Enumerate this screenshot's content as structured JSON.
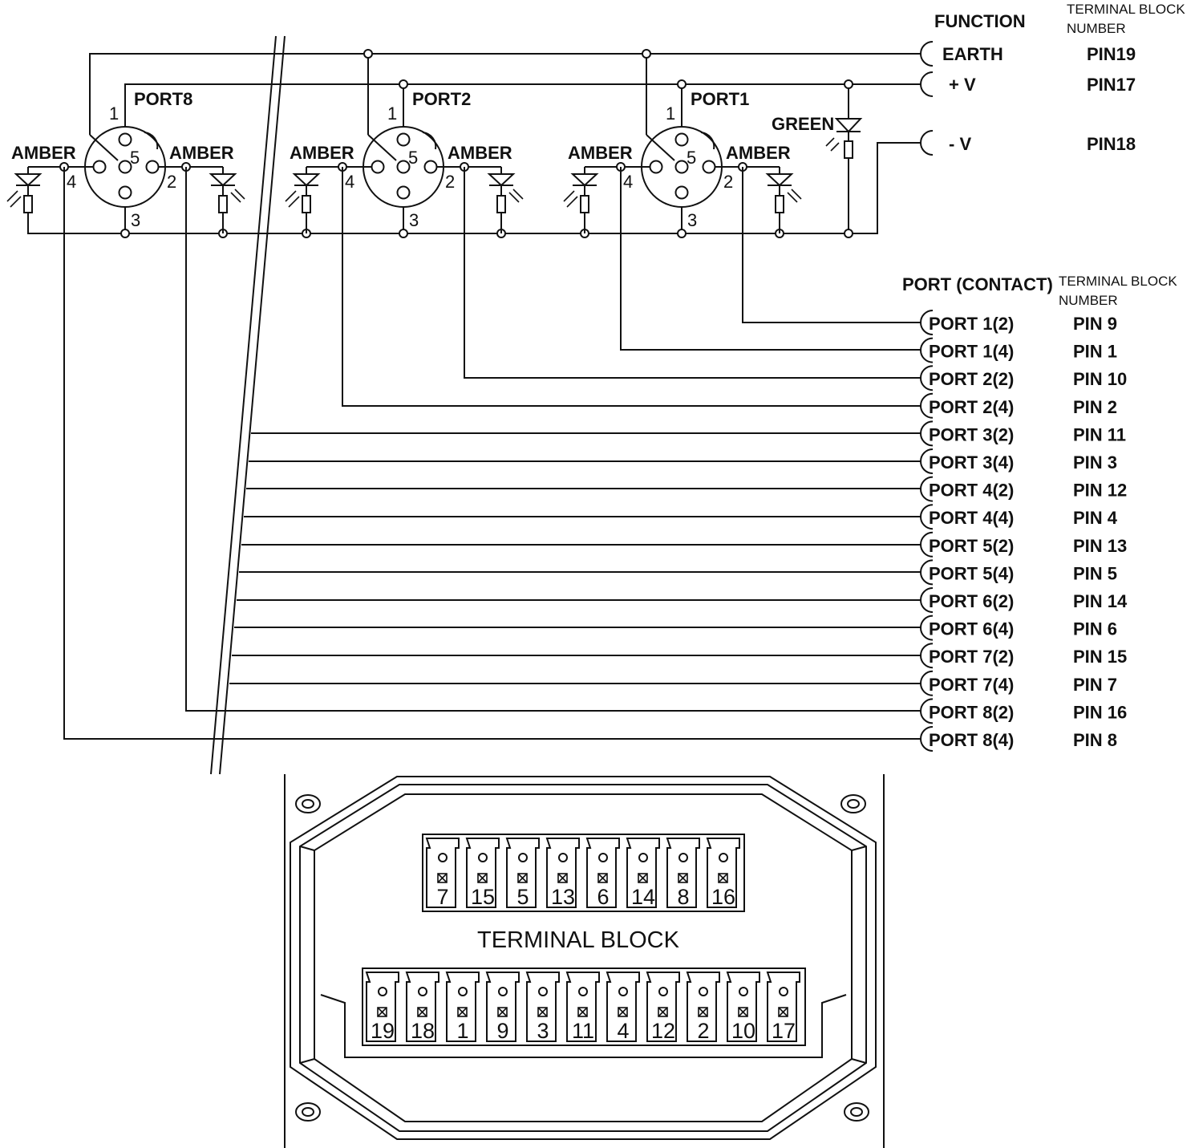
{
  "function_table": {
    "header_function": "FUNCTION",
    "header_pin_line1": "TERMINAL BLOCK",
    "header_pin_line2": "NUMBER",
    "rows": [
      {
        "function": "EARTH",
        "pin": "PIN19"
      },
      {
        "function": "+ V",
        "pin": "PIN17"
      },
      {
        "function": "- V",
        "pin": "PIN18"
      }
    ]
  },
  "contact_table": {
    "header_port": "PORT (CONTACT)",
    "header_pin_line1": "TERMINAL BLOCK",
    "header_pin_line2": "NUMBER",
    "rows": [
      {
        "port": "PORT 1(2)",
        "pin": "PIN 9"
      },
      {
        "port": "PORT 1(4)",
        "pin": "PIN 1"
      },
      {
        "port": "PORT 2(2)",
        "pin": "PIN 10"
      },
      {
        "port": "PORT 2(4)",
        "pin": "PIN 2"
      },
      {
        "port": "PORT 3(2)",
        "pin": "PIN 11"
      },
      {
        "port": "PORT 3(4)",
        "pin": "PIN 3"
      },
      {
        "port": "PORT 4(2)",
        "pin": "PIN 12"
      },
      {
        "port": "PORT 4(4)",
        "pin": "PIN 4"
      },
      {
        "port": "PORT 5(2)",
        "pin": "PIN 13"
      },
      {
        "port": "PORT 5(4)",
        "pin": "PIN 5"
      },
      {
        "port": "PORT 6(2)",
        "pin": "PIN 14"
      },
      {
        "port": "PORT 6(4)",
        "pin": "PIN 6"
      },
      {
        "port": "PORT 7(2)",
        "pin": "PIN 15"
      },
      {
        "port": "PORT 7(4)",
        "pin": "PIN 7"
      },
      {
        "port": "PORT 8(2)",
        "pin": "PIN 16"
      },
      {
        "port": "PORT 8(4)",
        "pin": "PIN 8"
      }
    ]
  },
  "connectors": [
    {
      "name": "PORT8",
      "pin1": "1",
      "pin2": "2",
      "pin3": "3",
      "pin4": "4",
      "pin5": "5",
      "led_left": "AMBER",
      "led_right": "AMBER"
    },
    {
      "name": "PORT2",
      "pin1": "1",
      "pin2": "2",
      "pin3": "3",
      "pin4": "4",
      "pin5": "5",
      "led_left": "AMBER",
      "led_right": "AMBER"
    },
    {
      "name": "PORT1",
      "pin1": "1",
      "pin2": "2",
      "pin3": "3",
      "pin4": "4",
      "pin5": "5",
      "led_left": "AMBER",
      "led_right": "AMBER"
    }
  ],
  "power_led": "GREEN",
  "terminal_block": {
    "title": "TERMINAL BLOCK",
    "top_row": [
      "7",
      "15",
      "5",
      "13",
      "6",
      "14",
      "8",
      "16"
    ],
    "bottom_row": [
      "19",
      "18",
      "1",
      "9",
      "3",
      "11",
      "4",
      "12",
      "2",
      "10",
      "17"
    ]
  }
}
